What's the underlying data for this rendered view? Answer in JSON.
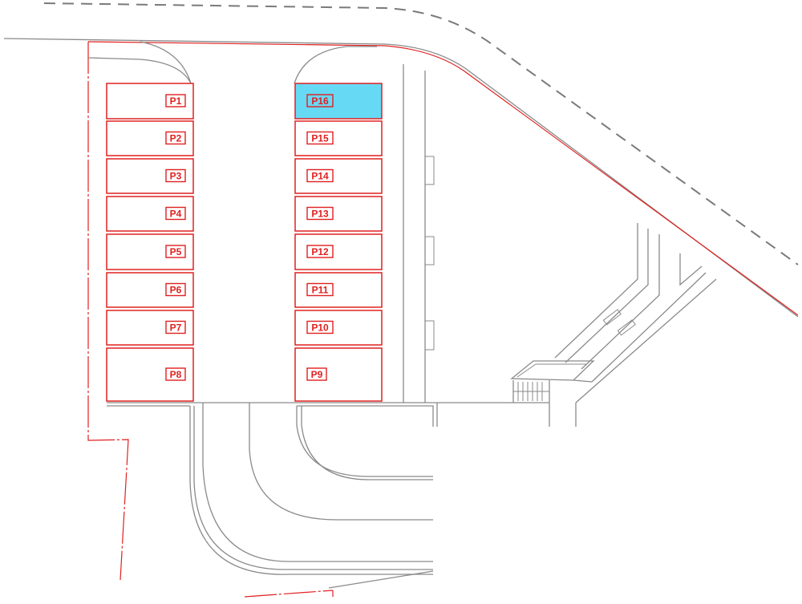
{
  "colors": {
    "boundary": "#e02020",
    "road": "#8a8a8a",
    "selected_fill": "#66d9f5"
  },
  "selected_slot": "P16",
  "left_column": [
    {
      "label": "P1"
    },
    {
      "label": "P2"
    },
    {
      "label": "P3"
    },
    {
      "label": "P4"
    },
    {
      "label": "P5"
    },
    {
      "label": "P6"
    },
    {
      "label": "P7"
    },
    {
      "label": "P8"
    }
  ],
  "right_column": [
    {
      "label": "P16"
    },
    {
      "label": "P15"
    },
    {
      "label": "P14"
    },
    {
      "label": "P13"
    },
    {
      "label": "P12"
    },
    {
      "label": "P11"
    },
    {
      "label": "P10"
    },
    {
      "label": "P9"
    }
  ]
}
